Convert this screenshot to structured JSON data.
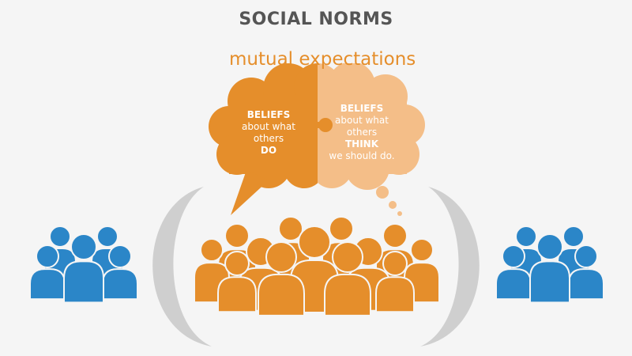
{
  "title": "SOCIAL NORMS",
  "subtitle": "mutual expectations",
  "left_bubble": {
    "line1": "BELIEFS",
    "line2": "about what",
    "line3": "others",
    "line4": "DO"
  },
  "right_bubble": {
    "line1": "BELIEFS",
    "line2": "about what",
    "line3": "others",
    "line4": "THINK",
    "line5": "we should do."
  },
  "colors": {
    "orange": "#e58e2b",
    "light_orange": "#f4be88",
    "blue": "#2b86c8",
    "gray_arc": "#cfcfcf",
    "title_gray": "#555555",
    "background": "#f5f5f5"
  },
  "icons": {
    "left_group": "people-group-icon",
    "center_group": "crowd-icon",
    "right_group": "people-group-icon"
  }
}
